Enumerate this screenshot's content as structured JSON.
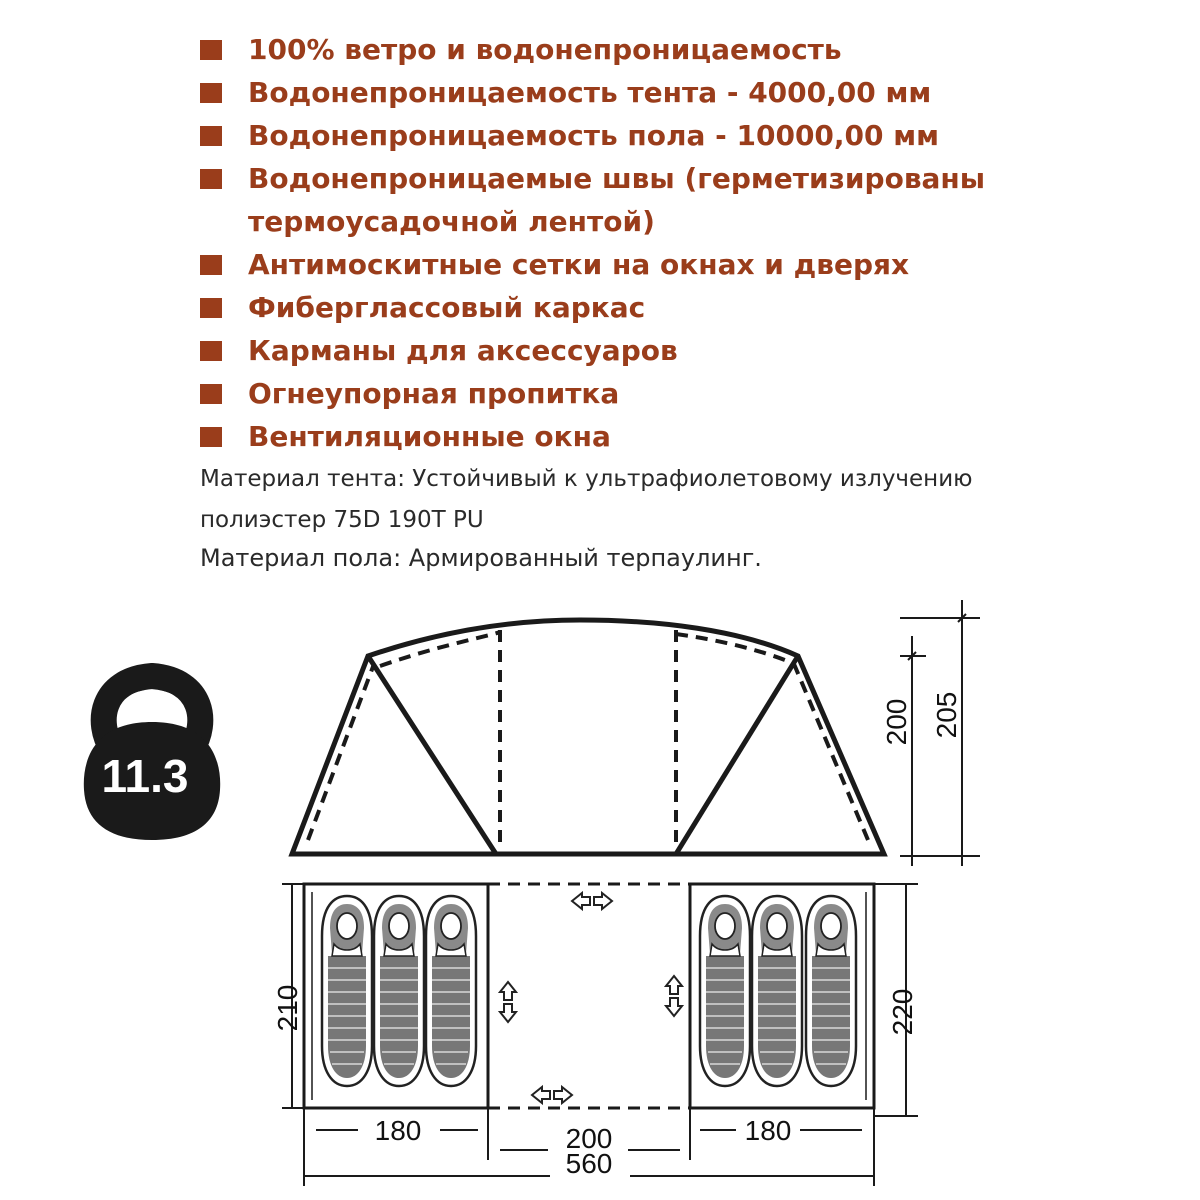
{
  "features": [
    "100%   ветро и водонепроницаемость",
    "Водонепроницаемость тента - 4000,00 мм",
    "Водонепроницаемость пола - 10000,00 мм",
    "Водонепроницаемые швы (герметизированы",
    "Антимоскитные сетки на окнах и дверях",
    "Фиберглассовый каркас",
    "Карманы для аксессуаров",
    "Огнеупорная пропитка",
    "Вентиляционные окна"
  ],
  "feature_continuation": "термоусадочной лентой)",
  "specs": {
    "tent_material_line1": "Материал тента: Устойчивый к ультрафиолетовому  излучению",
    "tent_material_line2": "полиэстер 75D 190T PU",
    "floor_material": "Материал пола: Армированный терпаулинг."
  },
  "weight": {
    "value": "11.3",
    "icon": "kettlebell-icon"
  },
  "dimensions": {
    "height_inner": "200",
    "height_outer": "205",
    "bedroom_left_length": "210",
    "bedroom_right_length": "220",
    "bedroom_left_width": "180",
    "bedroom_right_width": "180",
    "vestibule_width": "200",
    "total_length": "560"
  },
  "colors": {
    "accent": "#9a3d1b",
    "line": "#1a1a1a"
  }
}
